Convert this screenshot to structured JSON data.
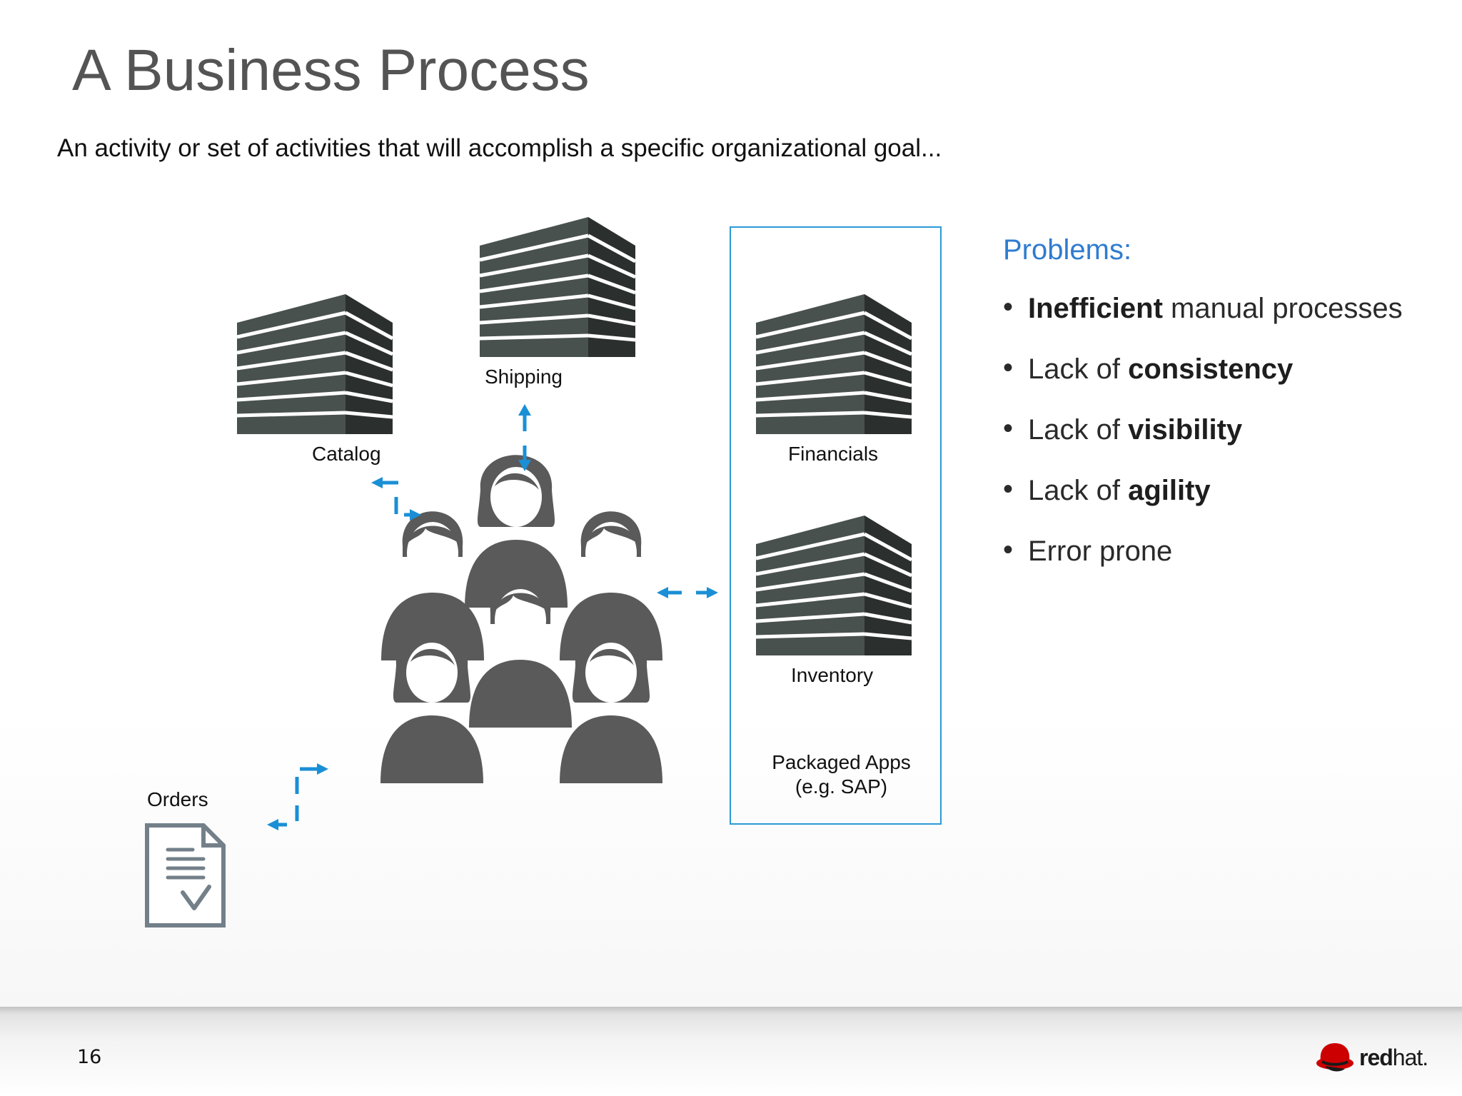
{
  "slide": {
    "title": "A Business Process",
    "subtitle": "An activity or set of activities that will accomplish a specific organizational goal...",
    "page_number": "16"
  },
  "diagram": {
    "catalog_label": "Catalog",
    "shipping_label": "Shipping",
    "financials_label": "Financials",
    "inventory_label": "Inventory",
    "packaged_apps_line1": "Packaged Apps",
    "packaged_apps_line2": "(e.g. SAP)",
    "orders_label": "Orders",
    "colors": {
      "arrow": "#1a8fd6",
      "building_dark": "#2f3533",
      "building_light": "#4a5350",
      "people": "#5a5a5a",
      "box_border": "#2a9ad6"
    }
  },
  "problems": {
    "heading": "Problems:",
    "items": [
      {
        "bold": "Inefficient",
        "rest": " manual processes",
        "bold_first": true
      },
      {
        "bold": "consistency",
        "rest": "Lack of ",
        "bold_first": false
      },
      {
        "bold": "visibility",
        "rest": "Lack of ",
        "bold_first": false
      },
      {
        "bold": "agility",
        "rest": "Lack of ",
        "bold_first": false
      },
      {
        "bold": "",
        "rest": "Error prone",
        "bold_first": false
      }
    ],
    "bullet": "•"
  },
  "logo": {
    "text_bold": "red",
    "text_rest": "hat",
    "suffix": ".",
    "accent": "#cc0000"
  }
}
